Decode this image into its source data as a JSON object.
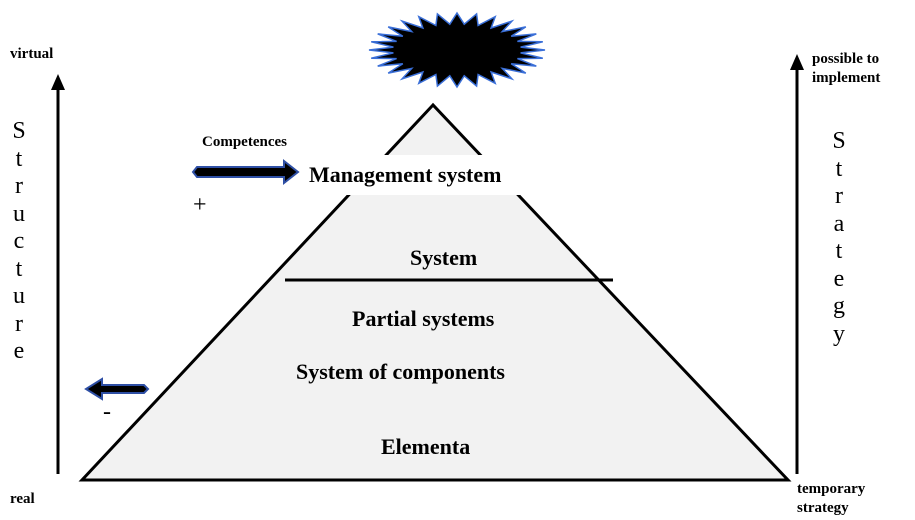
{
  "left_axis": {
    "top_label": "virtual",
    "bottom_label": "real",
    "title": "Structure"
  },
  "right_axis": {
    "top_label_line1": "possible to",
    "top_label_line2": "implement",
    "bottom_label_line1": "temporary",
    "bottom_label_line2": "strategy",
    "title": "Strategy"
  },
  "pyramid": {
    "levels": [
      "Management system",
      "System",
      "Partial systems",
      "System of components",
      "Elementa"
    ]
  },
  "competences": "Competences",
  "plus_sign": "+",
  "minus_sign": "-",
  "colors": {
    "pyramid_fill": "#f2f2f2",
    "arrow_fill": "#000000",
    "arrow_outline": "#2e4fa5",
    "burst_fill": "#000000",
    "burst_outline": "#3a6fd8"
  }
}
